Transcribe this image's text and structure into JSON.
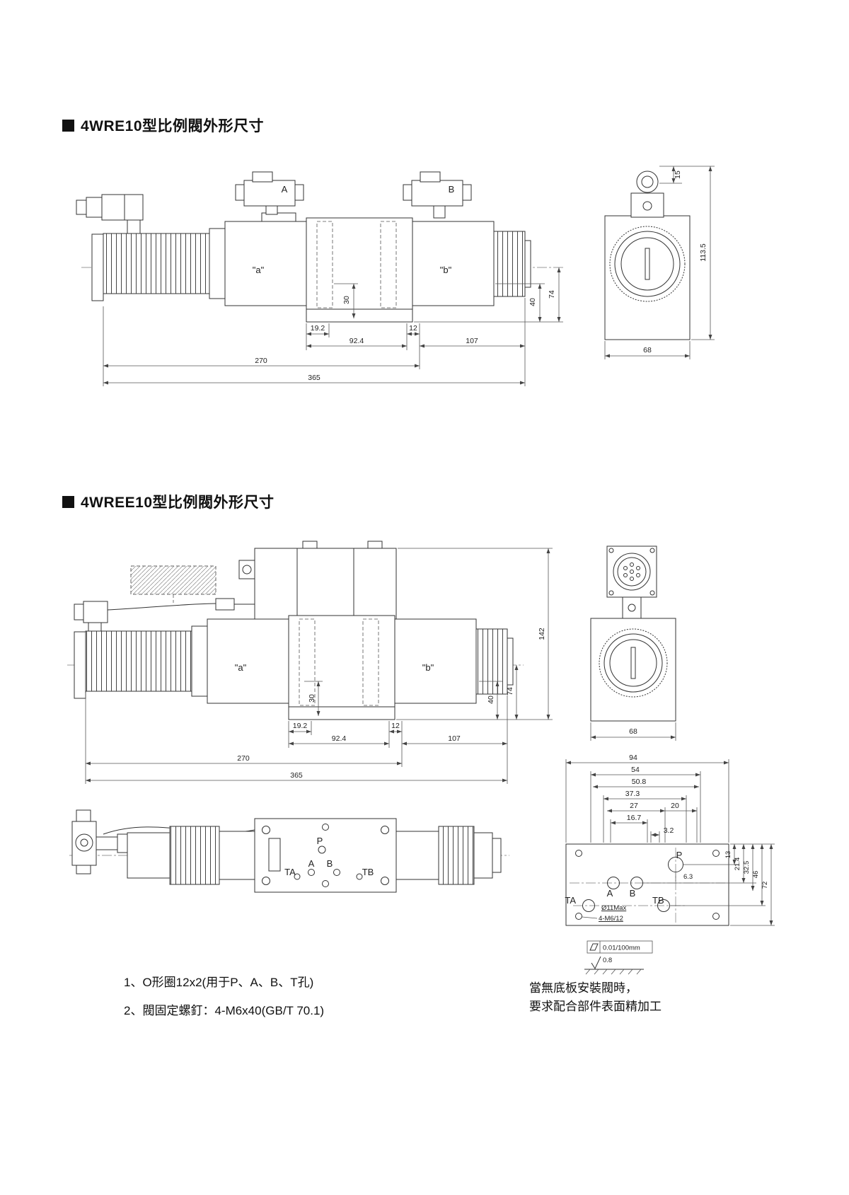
{
  "page": {
    "section1_title": "4WRE10型比例閥外形尺寸",
    "section2_title": "4WREE10型比例閥外形尺寸"
  },
  "d1": {
    "label_a": "\"a\"",
    "label_b": "\"b\"",
    "conn_a": "A",
    "conn_b": "B",
    "dim_30": "30",
    "dim_74": "74",
    "dim_40": "40",
    "dim_19_2": "19.2",
    "dim_92_4": "92.4",
    "dim_12": "12",
    "dim_107": "107",
    "dim_270": "270",
    "dim_365": "365",
    "dim_15": "15",
    "dim_113_5": "113.5",
    "dim_68": "68"
  },
  "d2": {
    "label_a": "\"a\"",
    "label_b": "\"b\"",
    "dim_142": "142",
    "dim_30": "30",
    "dim_74": "74",
    "dim_40": "40",
    "dim_19_2": "19.2",
    "dim_92_4": "92.4",
    "dim_12": "12",
    "dim_107": "107",
    "dim_270": "270",
    "dim_365": "365",
    "dim_68": "68"
  },
  "d3": {
    "port_p": "P",
    "port_a": "A",
    "port_b": "B",
    "port_ta": "TA",
    "port_tb": "TB"
  },
  "mount": {
    "dim_94": "94",
    "dim_54": "54",
    "dim_50_8": "50.8",
    "dim_37_3": "37.3",
    "dim_27": "27",
    "dim_20": "20",
    "dim_16_7": "16.7",
    "dim_3_2": "3.2",
    "dim_13": "13",
    "dim_21_4": "21.4",
    "dim_32_5": "32.5",
    "dim_46": "46",
    "dim_72": "72",
    "dim_6_3": "6.3",
    "hole_note": "Ø11Max",
    "thread_note": "4-M6/12",
    "port_p": "P",
    "port_a": "A",
    "port_b": "B",
    "port_ta": "TA",
    "port_tb": "TB",
    "flatness": "0.01/100mm",
    "roughness": "0.8"
  },
  "notes": {
    "n1": "1、O形圈12x2(用于P、A、B、T孔)",
    "n2": "2、閥固定螺釘：4-M6x40(GB/T 70.1)",
    "n3a": "當無底板安裝閥時，",
    "n3b": "要求配合部件表面精加工"
  }
}
